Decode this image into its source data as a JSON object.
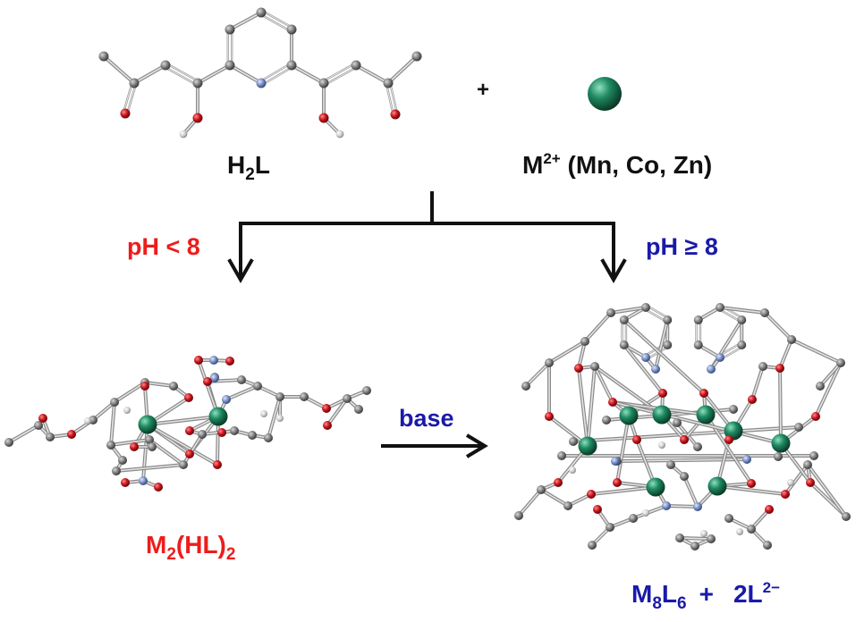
{
  "labels": {
    "ligand": "H",
    "ligand_sub": "2",
    "ligand_tail": "L",
    "plus": "+",
    "metal": "M",
    "metal_sup": "2+",
    "metal_tail": " (Mn, Co, Zn)",
    "left_condition": "pH < 8",
    "right_condition": "pH ≥ 8",
    "arrow_label": "base",
    "left_product_m": "M",
    "left_product_m_sub": "2",
    "left_product_mid": "(HL)",
    "left_product_sub": "2",
    "right_product_m": "M",
    "right_product_m_sub": "8",
    "right_product_l": "L",
    "right_product_l_sub": "6",
    "right_product_plus": "+",
    "right_product_2l": "2L",
    "right_product_2l_sup": "2−"
  },
  "colors": {
    "red": "#ee1c1c",
    "blue": "#1a1aa8",
    "black": "#111111",
    "carbon": "#7a7a7a",
    "oxygen": "#c0141a",
    "nitrogen": "#6f88c0",
    "hydrogen": "#cfcfcf",
    "metal": "#1c7a55"
  },
  "molecules": [
    "ligand-molecule",
    "metal-ion",
    "dinuclear-complex",
    "octanuclear-cage"
  ]
}
